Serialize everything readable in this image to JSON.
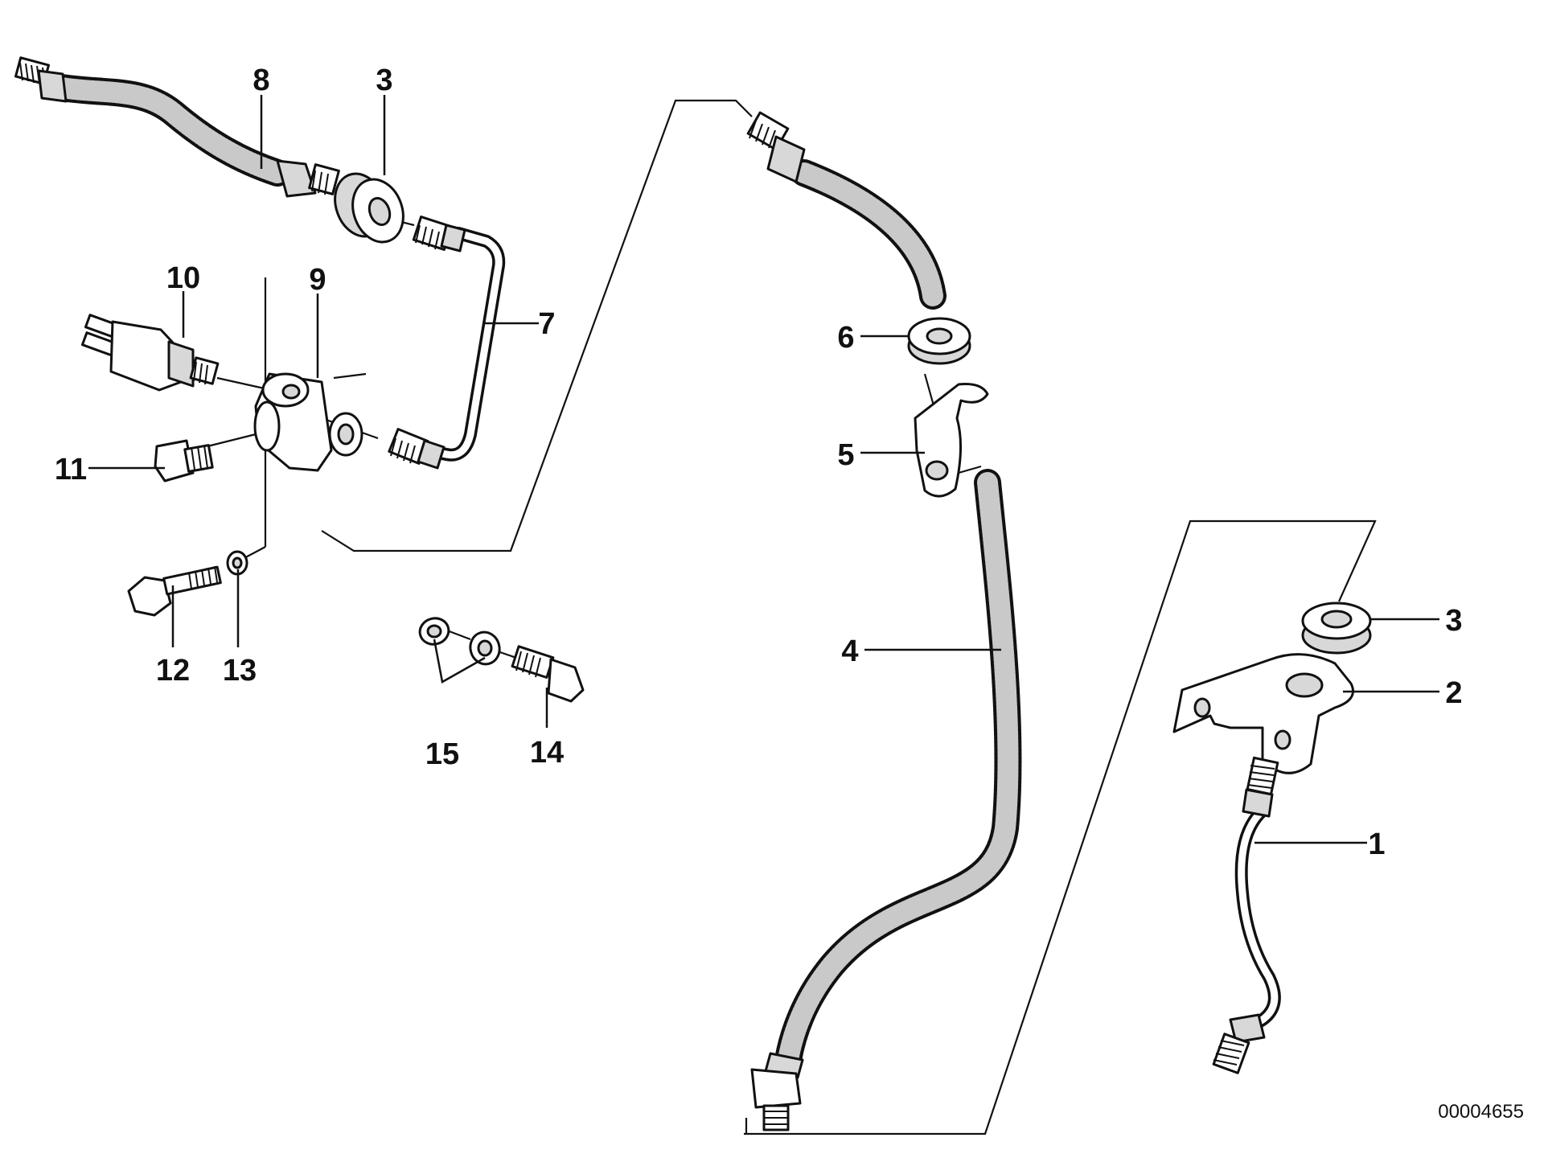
{
  "diagram": {
    "callouts": [
      {
        "id": "c8",
        "number": "8"
      },
      {
        "id": "c3a",
        "number": "3"
      },
      {
        "id": "c10",
        "number": "10"
      },
      {
        "id": "c9",
        "number": "9"
      },
      {
        "id": "c7",
        "number": "7"
      },
      {
        "id": "c11",
        "number": "11"
      },
      {
        "id": "c12",
        "number": "12"
      },
      {
        "id": "c13",
        "number": "13"
      },
      {
        "id": "c15",
        "number": "15"
      },
      {
        "id": "c14",
        "number": "14"
      },
      {
        "id": "c6",
        "number": "6"
      },
      {
        "id": "c5",
        "number": "5"
      },
      {
        "id": "c4",
        "number": "4"
      },
      {
        "id": "c3b",
        "number": "3"
      },
      {
        "id": "c2",
        "number": "2"
      },
      {
        "id": "c1",
        "number": "1"
      }
    ],
    "drawing_number": "00004655"
  },
  "colors": {
    "ink": "#111111",
    "background": "#ffffff"
  }
}
